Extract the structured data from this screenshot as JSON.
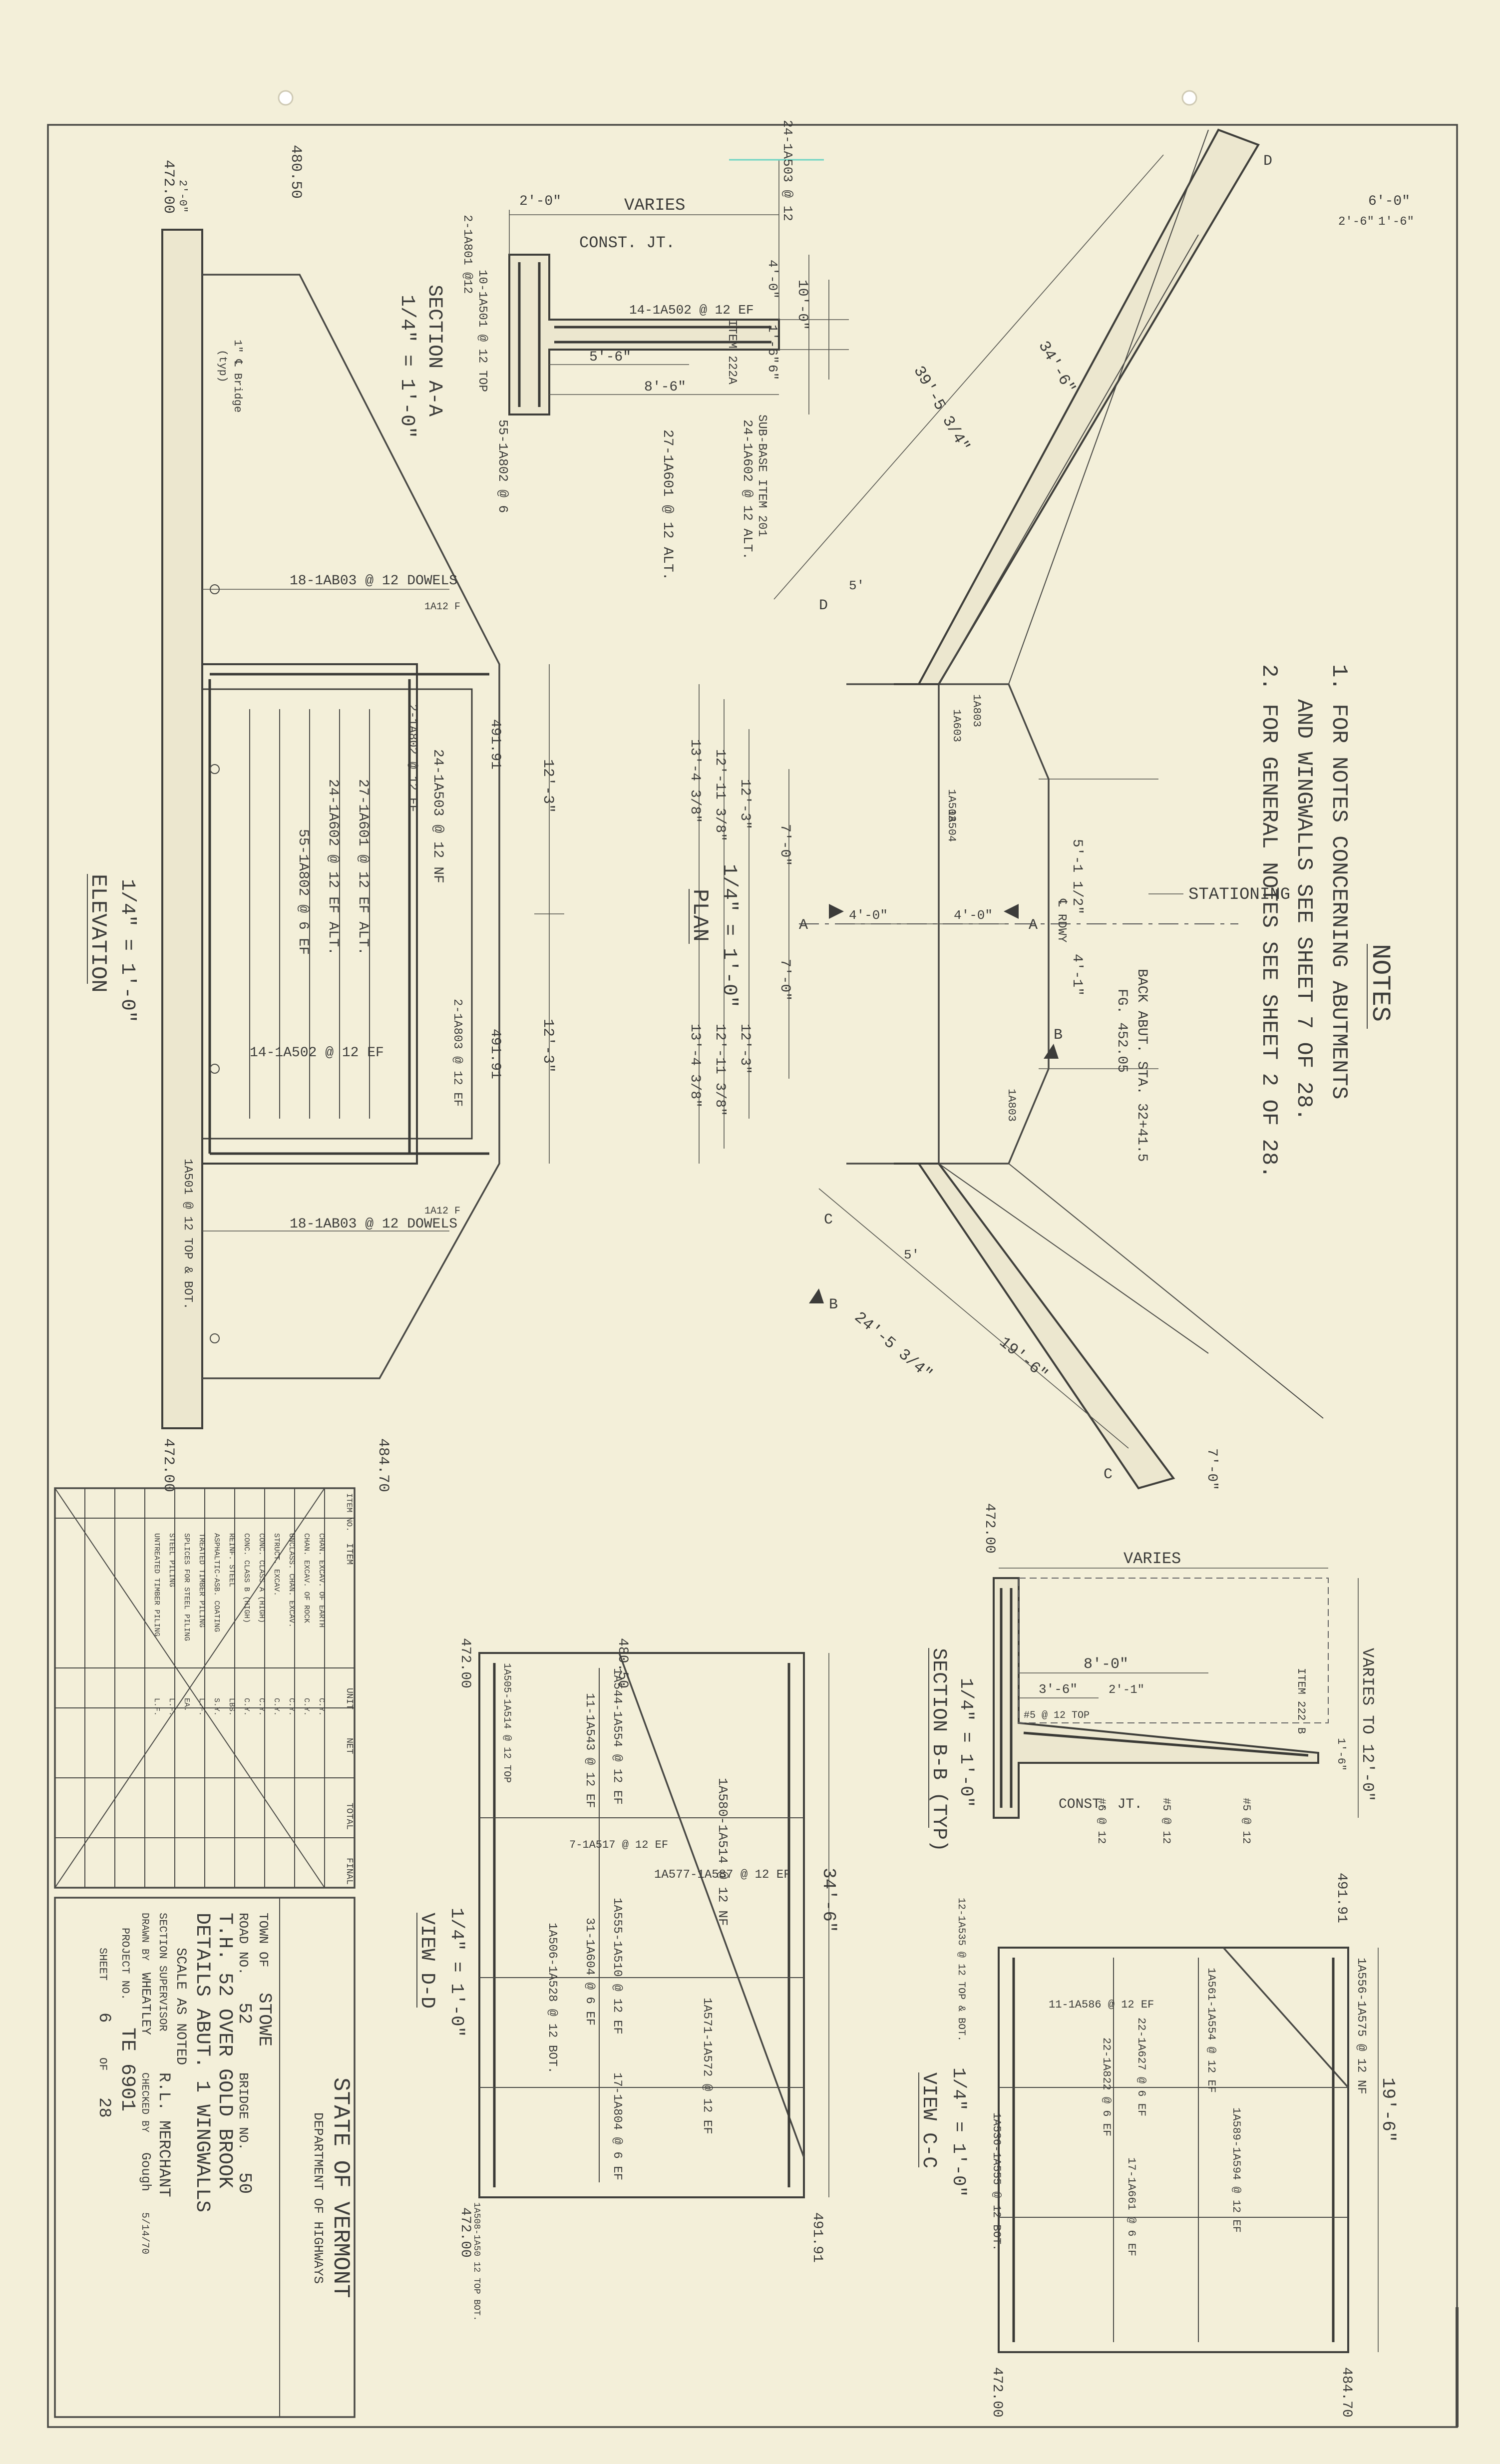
{
  "notes": {
    "heading": "NOTES",
    "line1": "1. FOR NOTES CONCERNING ABUTMENTS",
    "line2": "AND WINGWALLS SEE SHEET 7 OF 28.",
    "line3": "2. FOR GENERAL NOTES SEE SHEET 2 OF 28."
  },
  "plan": {
    "title": "PLAN",
    "scale": "1/4\" = 1'-0\"",
    "stationing": "STATIONING",
    "back_abut": "BACK ABUT. STA. 32+41.5",
    "footing_el": "FG. 452.05",
    "cl_roadway": "℄ RDWY",
    "dims": [
      "13'-4 3/8\"",
      "12'-11 3/8\"",
      "12'-3\"",
      "7'-0\"",
      "7'-0\"",
      "12'-3\"",
      "12'-11 3/8\"",
      "13'-4 3/8\"",
      "4'-0\"",
      "4'-0\"",
      "5'-1 1/2\"",
      "4'-1\"",
      "39'-5 3/4\"",
      "34'-6\"",
      "24'-5 3/4\"",
      "19'-6\"",
      "6'-0\"",
      "2'-6\"",
      "1'-6\"",
      "7'-0\"",
      "5'",
      "5'"
    ],
    "cut_labels": [
      "A",
      "A",
      "B",
      "B",
      "C",
      "C",
      "D",
      "D"
    ],
    "bar_marks": [
      "1A503",
      "1A504",
      "1A803",
      "1A603",
      "1A803"
    ]
  },
  "section_aa": {
    "title": "SECTION A-A",
    "scale": "1/4\" = 1'-0\"",
    "varies": "VARIES",
    "const_jt": "CONST. JT.",
    "labels": [
      "2-1A801 @12",
      "10-1A501 @ 12 TOP",
      "14-1A502 @ 12 EF",
      "27-1A601 @ 12 ALT.",
      "24-1A602 @ 12 ALT.",
      "55-1A802 @ 6",
      "ITEM 222A",
      "SUB-BASE ITEM 201",
      "24-1A503 @ 12"
    ],
    "dims": [
      "2'-0\"",
      "5'-6\"",
      "8'-6\"",
      "4'-0\"",
      "1'-6\"",
      "10'-0\"",
      "4'-0\"",
      "1'-6\"",
      "6\""
    ]
  },
  "elevation": {
    "title": "ELEVATION",
    "scale": "1/4\" = 1'-0\"",
    "elevations": [
      "472.00",
      "480.50",
      "472.00",
      "484.70",
      "491.91",
      "491.91"
    ],
    "labels": [
      "18-1AB03 @ 12 DOWELS",
      "18-1AB03 @ 12 DOWELS",
      "24-1A503 @ 12 NF",
      "27-1A601 @ 12 EF ALT.",
      "24-1A602 @ 12 EF ALT.",
      "55-1A802 @ 6 EF",
      "14-1A502 @ 12 EF",
      "1A501 @ 12 TOP & BOT.",
      "2-1A802 @ 12 EF",
      "2-1A803 @ 12 EF",
      "1A12 F",
      "1A12 F"
    ],
    "dims": [
      "12'-3\"",
      "12'-3\""
    ],
    "misc": [
      "2'-0\"",
      "1\" ℄ Bridge",
      "(typ)"
    ]
  },
  "section_bb": {
    "title": "SECTION B-B (TYP)",
    "scale": "1/4\" = 1'-0\"",
    "varies": "VARIES",
    "varies_to": "VARIES TO 12'-0\"",
    "const_jt": "CONST. JT.",
    "elevation": "472.00",
    "labels": [
      "ITEM 222 B",
      "#5 @ 12",
      "#6 @ 12",
      "#5 @ 12 TOP",
      "#5 @ 12"
    ],
    "dims": [
      "8'-0\"",
      "3'-6\"",
      "2'-1\"",
      "1'-6\""
    ]
  },
  "view_dd": {
    "title": "VIEW D-D",
    "scale": "1/4\" = 1'-0\"",
    "elevations": [
      "472.00",
      "480.50",
      "491.91",
      "472.00"
    ],
    "labels": [
      "1A544-1A554 @ 12 EF",
      "11-1A543 @ 12 EF",
      "1A505-1A514 @ 12 TOP",
      "7-1A517 @ 12 EF",
      "1A555-1A510 @ 12 EF",
      "31-1A604 @ 6 EF",
      "1A577-1A587 @ 12 EF",
      "1A506-1A528 @ 12 BOT.",
      "1A571-1A572 @ 12 EF",
      "17-1A804 @ 6 EF",
      "1A580-1A514 @ 12 NF",
      "1A508-1A50 12 TOP BOT."
    ],
    "dims": [
      "34'-6\""
    ]
  },
  "view_cc": {
    "title": "VIEW C-C",
    "scale": "1/4\" = 1'-0\"",
    "elevations": [
      "491.91",
      "484.70",
      "472.00"
    ],
    "labels": [
      "11-1A586 @ 12 EF",
      "22-1A627 @ 6 EF",
      "22-1A822 @ 6 EF",
      "17-1A661 @ 6 EF",
      "1A561-1A554 @ 12 EF",
      "1A589-1A594 @ 12 EF",
      "1A536-1A555 @ 12 BOT.",
      "1A556-1A575 @ 12 NF",
      "12-1A535 @ 12 TOP & BOT."
    ],
    "dims": [
      "19'-6\""
    ]
  },
  "quantities": {
    "headers": [
      "ITEM NO.",
      "ITEM",
      "UNIT",
      "NET",
      "TOTAL",
      "FINAL"
    ],
    "items": [
      {
        "item": "CHAN. EXCAV. OF EARTH",
        "unit": "C.Y."
      },
      {
        "item": "CHAN. EXCAV. OF ROCK",
        "unit": "C.Y."
      },
      {
        "item": "UNCLASS. CHAN. EXCAV.",
        "unit": "C.Y."
      },
      {
        "item": "STRUCT. EXCAV.",
        "unit": "C.Y."
      },
      {
        "item": "CONC. CLASS A (HIGH)",
        "unit": "C.Y."
      },
      {
        "item": "CONC. CLASS B (HIGH)",
        "unit": "C.Y."
      },
      {
        "item": "REINF. STEEL",
        "unit": "LBS."
      },
      {
        "item": "ASPHALTIC-ASB. COATING",
        "unit": "S.Y."
      },
      {
        "item": "TREATED TIMBER PILING",
        "unit": "L.F."
      },
      {
        "item": "SPLICES FOR STEEL PILING",
        "unit": "EA."
      },
      {
        "item": "STEEL PILING",
        "unit": "L.F."
      },
      {
        "item": "UNTREATED TIMBER PILING",
        "unit": "L.F."
      }
    ]
  },
  "title_block": {
    "state": "STATE OF VERMONT",
    "dept": "DEPARTMENT OF HIGHWAYS",
    "town_label": "TOWN OF",
    "town": "STOWE",
    "road_label": "ROAD NO.",
    "road": "52",
    "bridge_label": "BRIDGE NO.",
    "bridge": "50",
    "title1": "T.H. 52 OVER GOLD BROOK",
    "title2": "DETAILS ABUT. 1 WINGWALLS",
    "scale": "SCALE AS NOTED",
    "supervisor_label": "SECTION SUPERVISOR",
    "supervisor": "R.L. MERCHANT",
    "drawn_label": "DRAWN BY",
    "drawn": "WHEATLEY",
    "checked_label": "CHECKED BY",
    "checked": "Gough",
    "date": "5/14/70",
    "project_label": "PROJECT NO.",
    "project": "TE 6901",
    "sheet_label": "SHEET",
    "sheet": "6",
    "of_label": "OF",
    "of": "28"
  }
}
